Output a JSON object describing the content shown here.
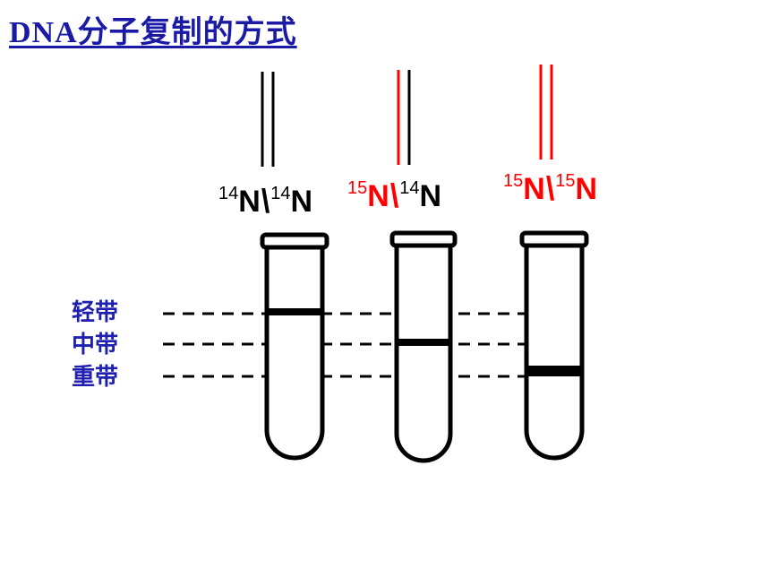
{
  "title": "DNA分子复制的方式",
  "band_labels": [
    "轻带",
    "中带",
    "重带"
  ],
  "labels": [
    {
      "left": {
        "mass": "14",
        "el": "N"
      },
      "sep": "\\",
      "right": {
        "mass": "14",
        "el": "N"
      }
    },
    {
      "left": {
        "mass": "15",
        "el": "N"
      },
      "sep": "\\",
      "right": {
        "mass": "14",
        "el": "N"
      }
    },
    {
      "left": {
        "mass": "15",
        "el": "N"
      },
      "sep": "\\",
      "right": {
        "mass": "15",
        "el": "N"
      }
    }
  ],
  "colors": {
    "title": "#1a1aa6",
    "labels": "#1f1fb0",
    "heavy": "#ff0000",
    "light": "#000000"
  }
}
